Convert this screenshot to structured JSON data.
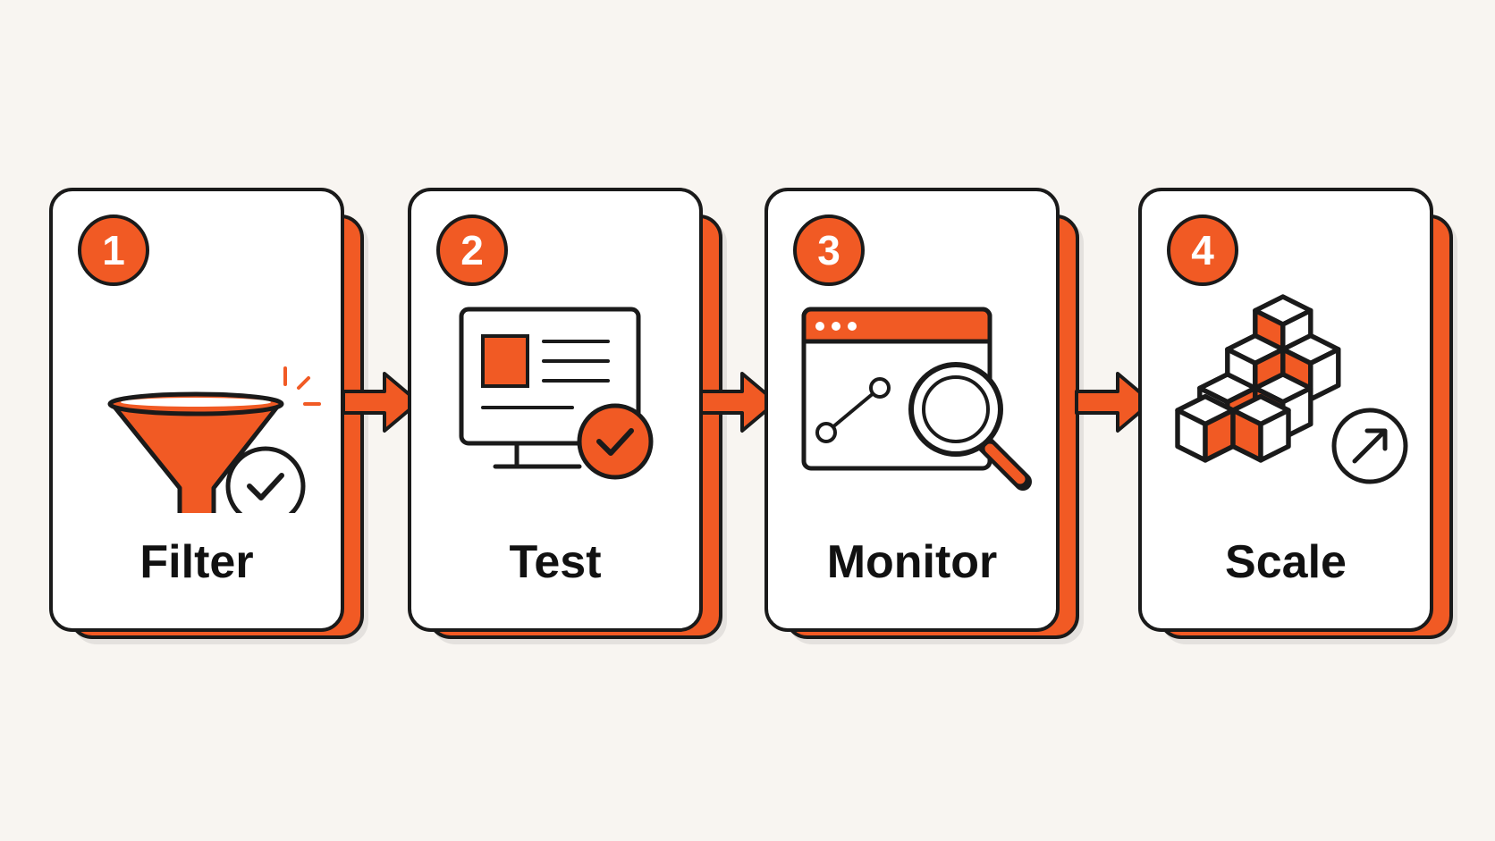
{
  "colors": {
    "accent": "#f15a24",
    "outline": "#1a1a1a",
    "background": "#f8f5f1",
    "card": "#ffffff"
  },
  "steps": [
    {
      "number": "1",
      "label": "Filter",
      "icon": "funnel-check-icon"
    },
    {
      "number": "2",
      "label": "Test",
      "icon": "monitor-check-icon"
    },
    {
      "number": "3",
      "label": "Monitor",
      "icon": "browser-chart-magnifier-icon"
    },
    {
      "number": "4",
      "label": "Scale",
      "icon": "cubes-growth-icon"
    }
  ],
  "connectors": [
    "arrow-right-icon",
    "arrow-right-icon",
    "arrow-right-icon"
  ]
}
